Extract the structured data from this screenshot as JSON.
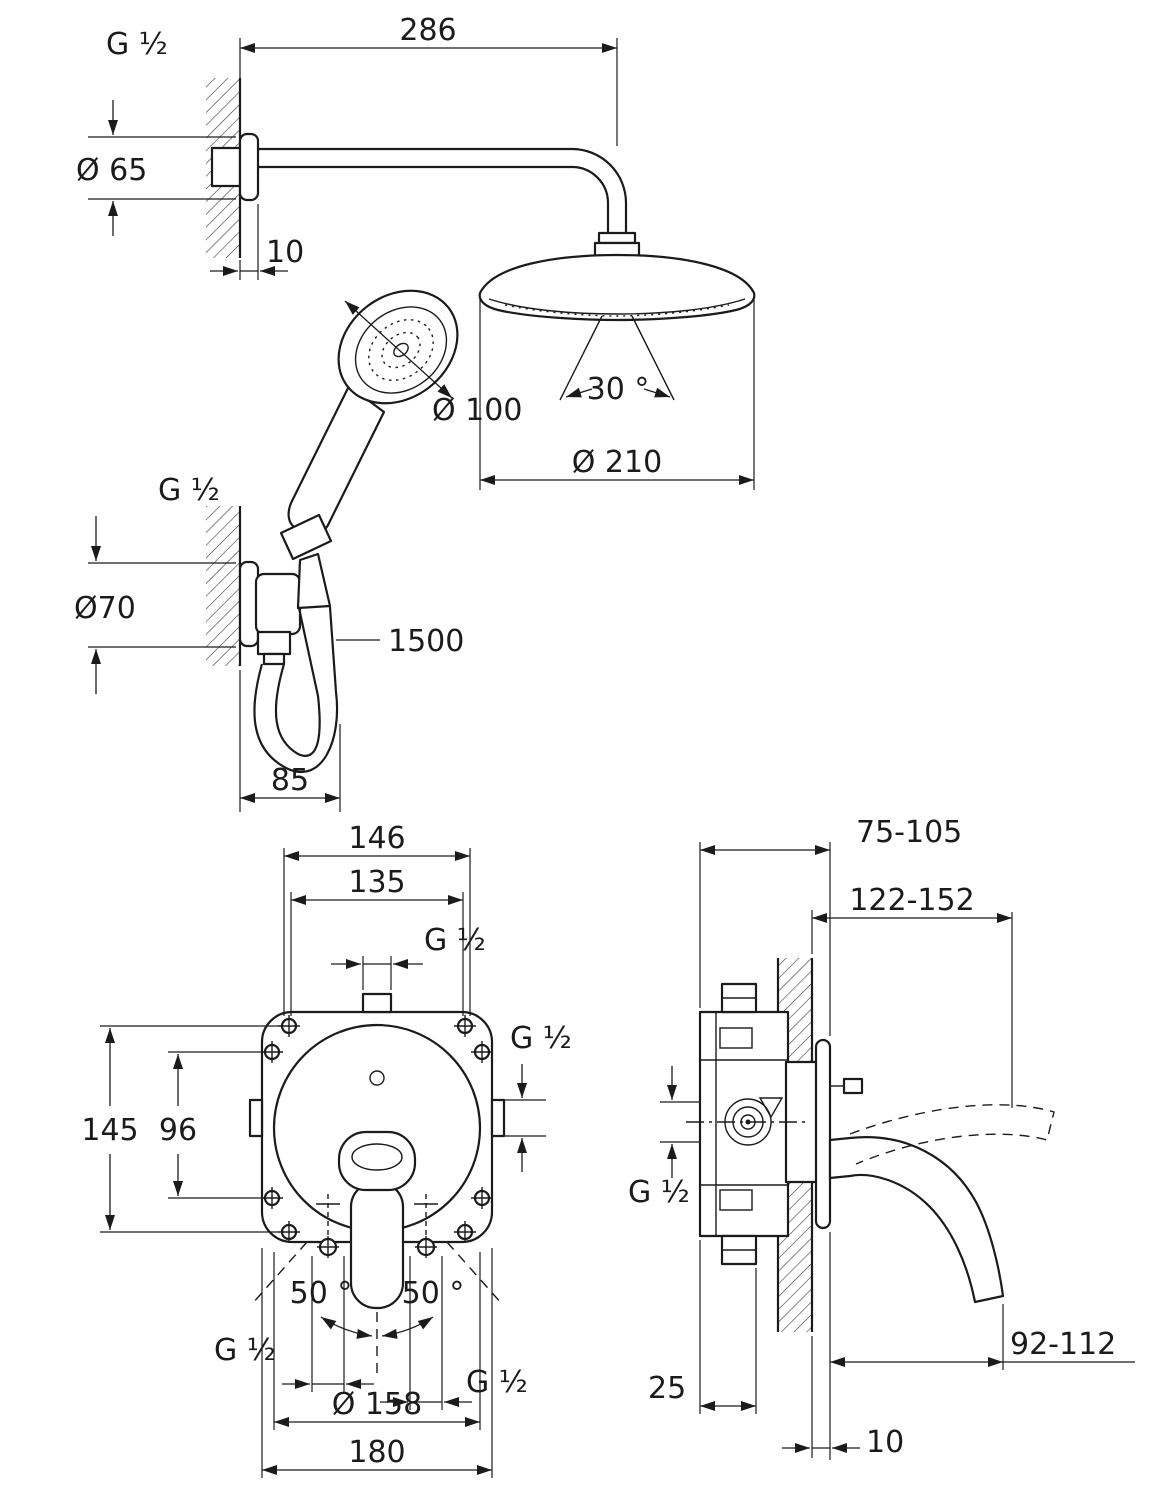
{
  "top_view": {
    "thread_top": "G ½",
    "arm_projection": "286",
    "flange_diameter": "Ø 65",
    "flange_depth": "10",
    "spray_angle": "30 °",
    "hand_shower_diameter": "Ø 100",
    "head_shower_diameter": "Ø 210",
    "elbow_thread": "G ½",
    "elbow_diameter": "Ø70",
    "hose_length": "1500",
    "holder_projection": "85"
  },
  "front_view": {
    "width_outer": "146",
    "width_inner": "135",
    "thread_top": "G ½",
    "thread_right": "G ½",
    "height_outer": "145",
    "height_inner": "96",
    "swing_left": "50 °",
    "swing_right": "50 °",
    "thread_bottom_left": "G ½",
    "thread_bottom_right": "G ½",
    "plate_diameter": "Ø 158",
    "plate_width": "180"
  },
  "side_view": {
    "depth_min_max": "75-105",
    "depth_total": "122-152",
    "inlet_thread": "G ½",
    "lever_projection": "92-112",
    "body_depth": "25",
    "plate_depth": "10"
  }
}
